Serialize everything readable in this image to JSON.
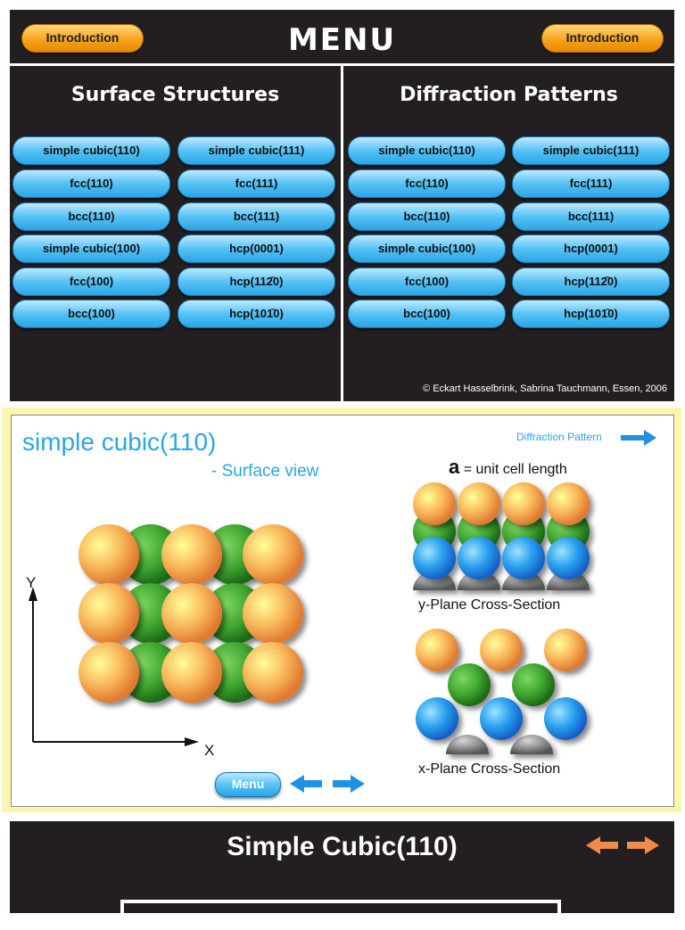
{
  "menu": {
    "title": "MENU",
    "intro_left": "Introduction",
    "intro_right": "Introduction",
    "copyright": "© Eckart Hasselbrink, Sabrina Tauchmann, Essen, 2006",
    "columns": [
      {
        "title": "Surface Structures",
        "items": [
          "simple cubic(110)",
          "simple cubic(111)",
          "fcc(110)",
          "fcc(111)",
          "bcc(110)",
          "bcc(111)",
          "simple cubic(100)",
          "hcp(0001)",
          "fcc(100)",
          "hcp(112̄0)",
          "bcc(100)",
          "hcp(101̄0)"
        ]
      },
      {
        "title": "Diffraction Patterns",
        "items": [
          "simple cubic(110)",
          "simple cubic(111)",
          "fcc(110)",
          "fcc(111)",
          "bcc(110)",
          "bcc(111)",
          "simple cubic(100)",
          "hcp(0001)",
          "fcc(100)",
          "hcp(112̄0)",
          "bcc(100)",
          "hcp(101̄0)"
        ]
      }
    ]
  },
  "surface": {
    "title": "simple cubic(110)",
    "subtitle": "- Surface view",
    "diffraction_link": "Diffraction Pattern",
    "unit_symbol": "a",
    "unit_text": " = unit cell length",
    "yplane_label": "y-Plane Cross-Section",
    "xplane_label": "x-Plane Cross-Section",
    "axis_y": "Y",
    "axis_x": "X",
    "menu_button": "Menu"
  },
  "bottom": {
    "title": "Simple Cubic(110)"
  },
  "colors": {
    "orange_atom": "#f7a23a",
    "green_atom": "#3ea52e",
    "blue_atom": "#1e90e6",
    "grey_atom": "#8a8a8a",
    "accent_blue": "#2aa6e6",
    "accent_orange": "#f28a4a"
  }
}
